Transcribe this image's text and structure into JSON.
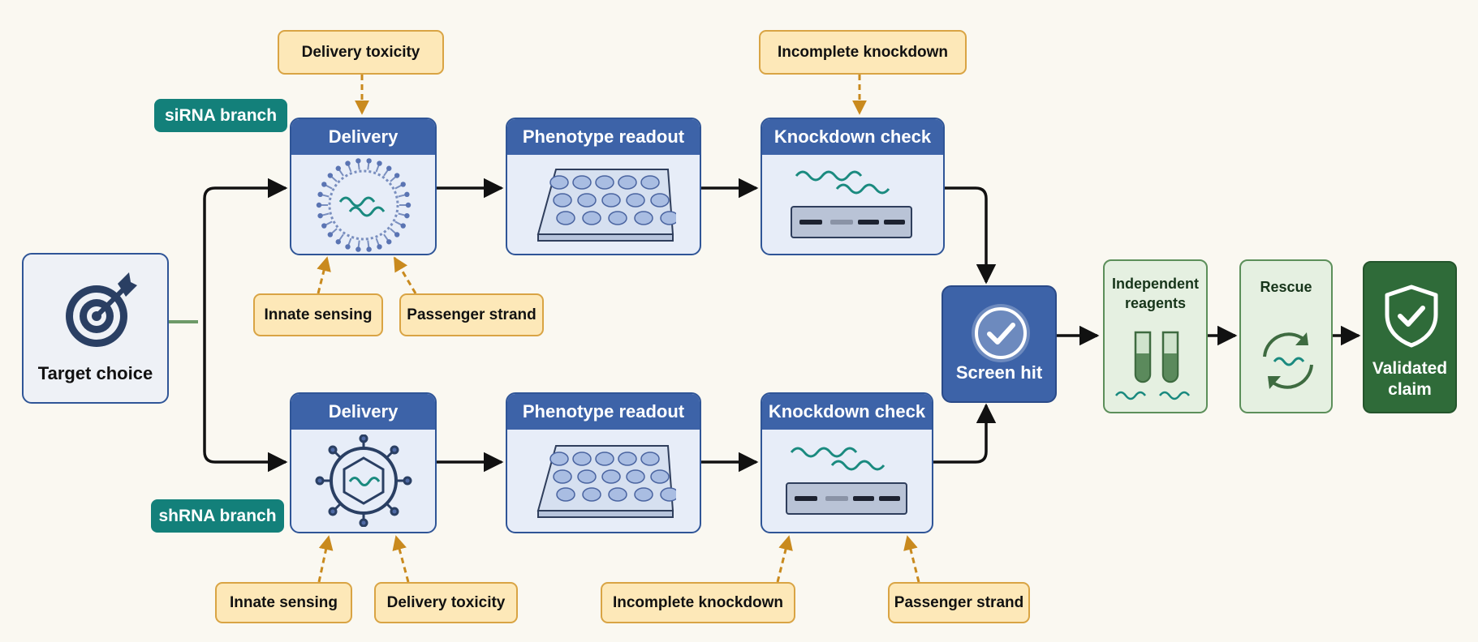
{
  "start": {
    "label": "Target choice",
    "icon": "target-icon"
  },
  "sirna": {
    "branch_label": "siRNA branch",
    "delivery": "Delivery",
    "phenotype": "Phenotype readout",
    "knockdown": "Knockdown check",
    "caveats": {
      "delivery_toxicity": "Delivery toxicity",
      "incomplete_knockdown": "Incomplete knockdown",
      "innate_sensing": "Innate sensing",
      "passenger_strand": "Passenger strand"
    }
  },
  "shrna": {
    "branch_label": "shRNA branch",
    "delivery": "Delivery",
    "phenotype": "Phenotype readout",
    "knockdown": "Knockdown check",
    "caveats": {
      "innate_sensing": "Innate sensing",
      "delivery_toxicity": "Delivery toxicity",
      "incomplete_knockdown": "Incomplete knockdown",
      "passenger_strand": "Passenger strand"
    }
  },
  "screen_hit": {
    "label": "Screen hit",
    "icon": "checkmark-circle-icon"
  },
  "validation": {
    "independent_reagents": "Independent reagents",
    "rescue": "Rescue",
    "validated_claim": "Validated claim"
  },
  "colors": {
    "blue": "#3d63a8",
    "teal": "#13807a",
    "caveat_fill": "#fde8b8",
    "caveat_border": "#d9a444",
    "green": "#2f6b39"
  }
}
